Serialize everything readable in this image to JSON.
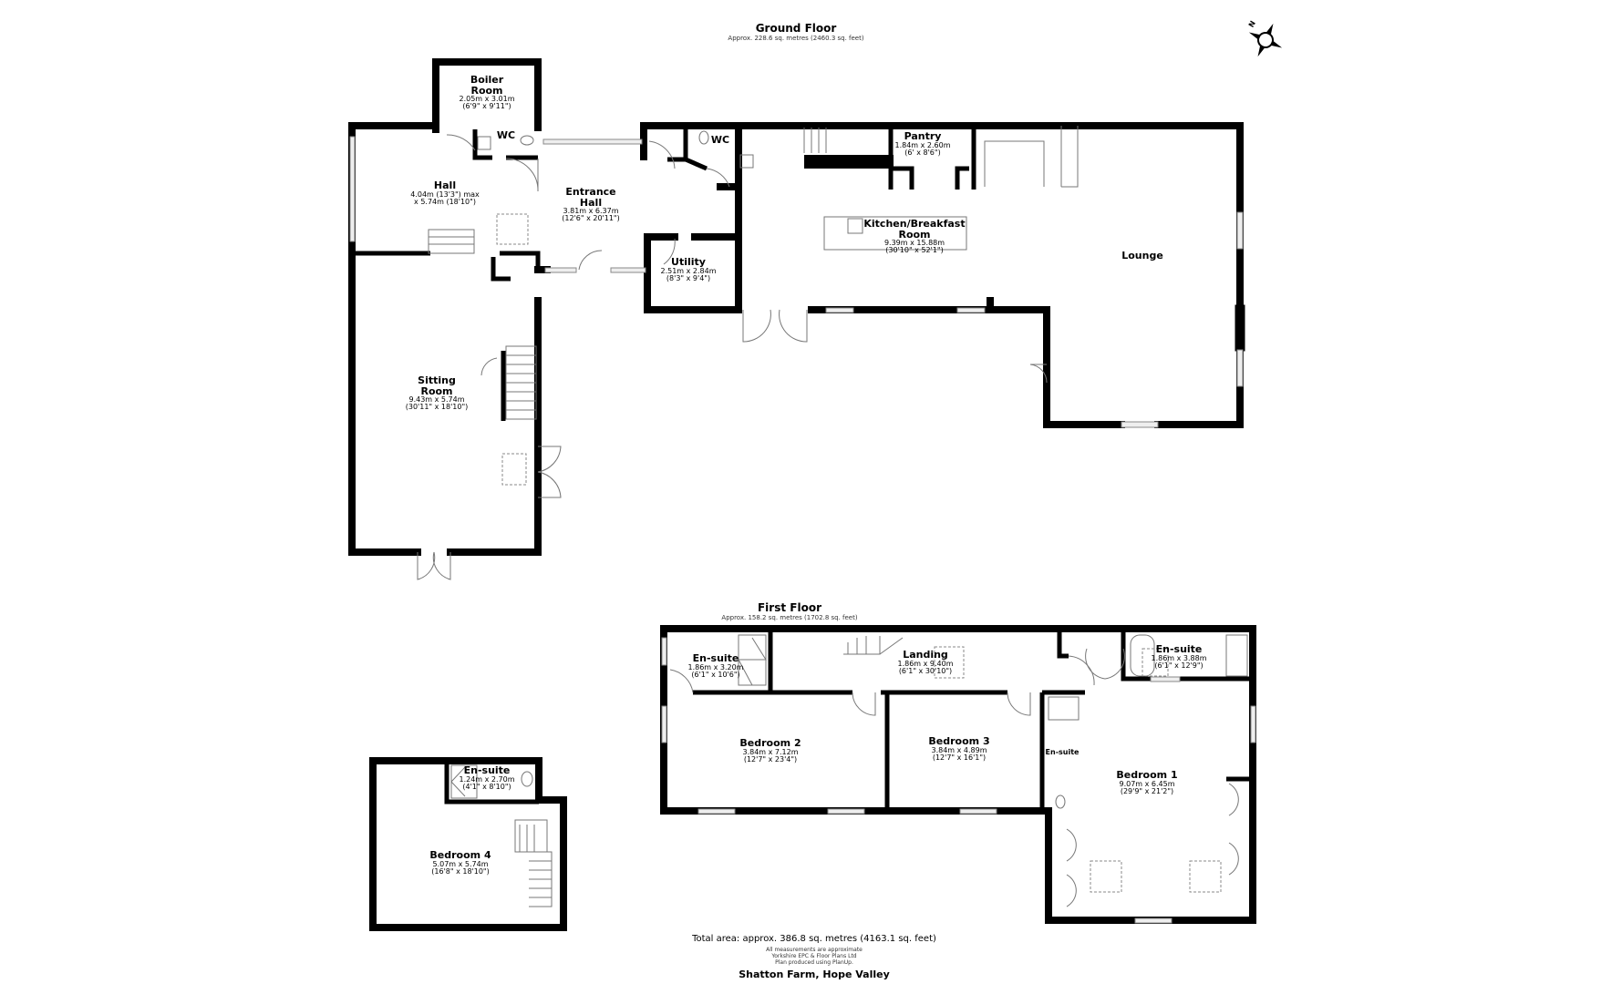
{
  "ground_floor": {
    "title": "Ground Floor",
    "area": "Approx. 228.6 sq. metres (2460.3 sq. feet)",
    "rooms": [
      {
        "name": "Boiler Room",
        "line1": "Boiler",
        "line2": "Room",
        "dim_m": "2.05m x 3.01m",
        "dim_ft": "(6'9\" x 9'11\")"
      },
      {
        "name": "WC",
        "line1": "WC"
      },
      {
        "name": "Hall",
        "line1": "Hall",
        "dim_m": "4.04m (13'3\") max",
        "dim_ft": "x 5.74m (18'10\")"
      },
      {
        "name": "Entrance Hall",
        "line1": "Entrance",
        "line2": "Hall",
        "dim_m": "3.81m x 6.37m",
        "dim_ft": "(12'6\" x 20'11\")"
      },
      {
        "name": "WC",
        "line1": "WC"
      },
      {
        "name": "Utility",
        "line1": "Utility",
        "dim_m": "2.51m x 2.84m",
        "dim_ft": "(8'3\" x 9'4\")"
      },
      {
        "name": "Pantry",
        "line1": "Pantry",
        "dim_m": "1.84m x 2.60m",
        "dim_ft": "(6' x 8'6\")"
      },
      {
        "name": "Kitchen/Breakfast Room",
        "line1": "Kitchen/Breakfast",
        "line2": "Room",
        "dim_m": "9.39m x 15.88m",
        "dim_ft": "(30'10\" x 52'1\")"
      },
      {
        "name": "Lounge",
        "line1": "Lounge"
      },
      {
        "name": "Sitting Room",
        "line1": "Sitting",
        "line2": "Room",
        "dim_m": "9.43m x 5.74m",
        "dim_ft": "(30'11\" x 18'10\")"
      }
    ]
  },
  "first_floor": {
    "title": "First Floor",
    "area": "Approx. 158.2 sq. metres (1702.8 sq. feet)",
    "rooms": [
      {
        "name": "En-suite",
        "line1": "En-suite",
        "dim_m": "1.86m x 3.20m",
        "dim_ft": "(6'1\" x 10'6\")"
      },
      {
        "name": "Landing",
        "line1": "Landing",
        "dim_m": "1.86m x 9.40m",
        "dim_ft": "(6'1\" x 30'10\")"
      },
      {
        "name": "En-suite",
        "line1": "En-suite",
        "dim_m": "1.86m x 3.88m",
        "dim_ft": "(6'1\" x 12'9\")"
      },
      {
        "name": "Bedroom 2",
        "line1": "Bedroom 2",
        "dim_m": "3.84m x 7.12m",
        "dim_ft": "(12'7\" x 23'4\")"
      },
      {
        "name": "Bedroom 3",
        "line1": "Bedroom 3",
        "dim_m": "3.84m x 4.89m",
        "dim_ft": "(12'7\" x 16'1\")"
      },
      {
        "name": "En-suite",
        "line1": "En-suite"
      },
      {
        "name": "Bedroom 1",
        "line1": "Bedroom 1",
        "dim_m": "9.07m x 6.45m",
        "dim_ft": "(29'9\" x 21'2\")"
      },
      {
        "name": "En-suite",
        "line1": "En-suite",
        "dim_m": "1.24m x 2.70m",
        "dim_ft": "(4'1\" x 8'10\")"
      },
      {
        "name": "Bedroom 4",
        "line1": "Bedroom 4",
        "dim_m": "5.07m x 5.74m",
        "dim_ft": "(16'8\" x 18'10\")"
      }
    ]
  },
  "footer": {
    "total_area": "Total area: approx. 386.8 sq. metres (4163.1 sq. feet)",
    "note1": "All measurements are approximate",
    "note2": "Yorkshire EPC & Floor Plans  Ltd",
    "note3": "Plan produced using PlanUp.",
    "property": "Shatton Farm, Hope Valley"
  },
  "compass": {
    "label": "N"
  }
}
